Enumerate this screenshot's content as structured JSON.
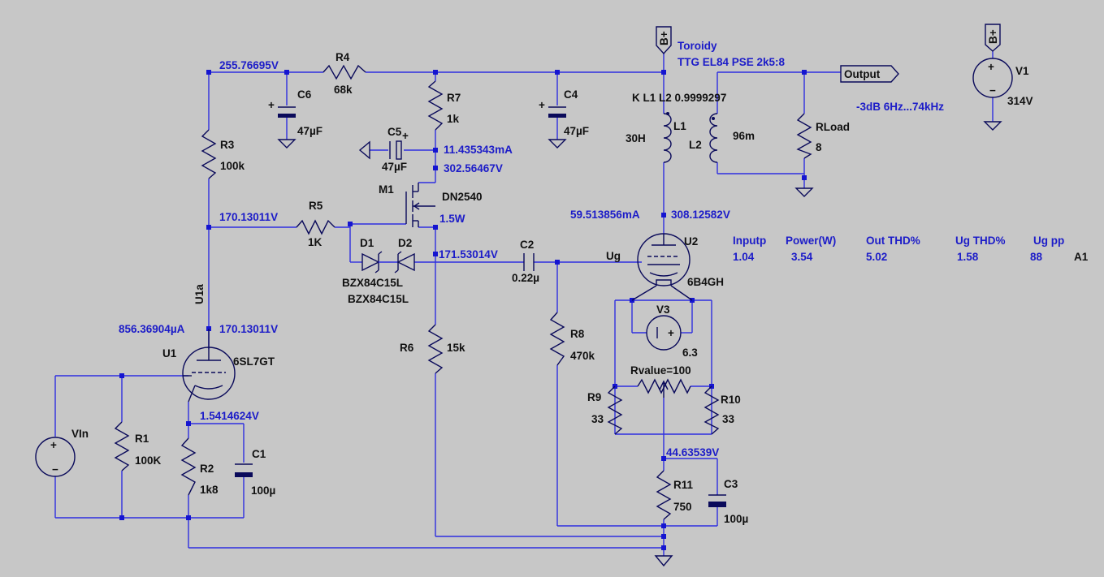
{
  "components": {
    "R4": {
      "ref": "R4",
      "value": "68k"
    },
    "R7": {
      "ref": "R7",
      "value": "1k"
    },
    "R3": {
      "ref": "R3",
      "value": "100k"
    },
    "R5": {
      "ref": "R5",
      "value": "1K"
    },
    "R6": {
      "ref": "R6",
      "value": "15k"
    },
    "R8": {
      "ref": "R8",
      "value": "470k"
    },
    "R1": {
      "ref": "R1",
      "value": "100K"
    },
    "R2": {
      "ref": "R2",
      "value": "1k8"
    },
    "R9": {
      "ref": "R9",
      "value": "33"
    },
    "R10": {
      "ref": "R10",
      "value": "33"
    },
    "R11": {
      "ref": "R11",
      "value": "750"
    },
    "RLoad": {
      "ref": "RLoad",
      "value": "8"
    },
    "Rpot": {
      "ref": "",
      "value": "Rvalue=100"
    },
    "C6": {
      "ref": "C6",
      "value": "47µF"
    },
    "C4": {
      "ref": "C4",
      "value": "47µF"
    },
    "C5": {
      "ref": "C5",
      "value": "47µF"
    },
    "C2": {
      "ref": "C2",
      "value": "0.22µ"
    },
    "C1": {
      "ref": "C1",
      "value": "100µ"
    },
    "C3": {
      "ref": "C3",
      "value": "100µ"
    },
    "L1": {
      "ref": "L1",
      "value": "30H"
    },
    "L2": {
      "ref": "L2",
      "value": "96m"
    },
    "D1": {
      "ref": "D1",
      "value": "BZX84C15L"
    },
    "D2": {
      "ref": "D2",
      "value": "BZX84C15L"
    },
    "M1": {
      "ref": "M1",
      "value": "DN2540",
      "extra": "1.5W"
    },
    "U1": {
      "ref": "U1",
      "value": "6SL7GT"
    },
    "U2": {
      "ref": "U2",
      "value": "6B4GH"
    },
    "V1": {
      "ref": "V1",
      "value": "314V"
    },
    "V3": {
      "ref": "V3",
      "value": "6.3"
    },
    "VIn": {
      "ref": "VIn"
    }
  },
  "labels": {
    "bplus": "B+",
    "output": "Output",
    "u1a": "U1a",
    "ug": "Ug",
    "a1": "A1",
    "coupling": "K L1 L2 0.9999297",
    "toroidy": "Toroidy",
    "transformer": "TTG EL84 PSE 2k5:8",
    "bandwidth": "-3dB 6Hz...74kHz"
  },
  "node_values": {
    "n_r3_top": "255.76695V",
    "n_r7_current": "11.435343mA",
    "n_drain": "302.56467V",
    "n_r3_bot": "170.13011V",
    "n_u2_current": "59.513856mA",
    "n_u2_anode": "308.12582V",
    "n_source": "171.53014V",
    "n_u1_current": "856.36904µA",
    "n_u1_anode": "170.13011V",
    "n_u1_cathode": "1.5414624V",
    "n_u2_cathode": "44.63539V"
  },
  "results_table": {
    "headers": [
      "Inputp",
      "Power(W)",
      "Out THD%",
      "Ug THD%",
      "Ug pp"
    ],
    "values": [
      "1.04",
      "3.54",
      "5.02",
      "1.58",
      "88"
    ]
  }
}
